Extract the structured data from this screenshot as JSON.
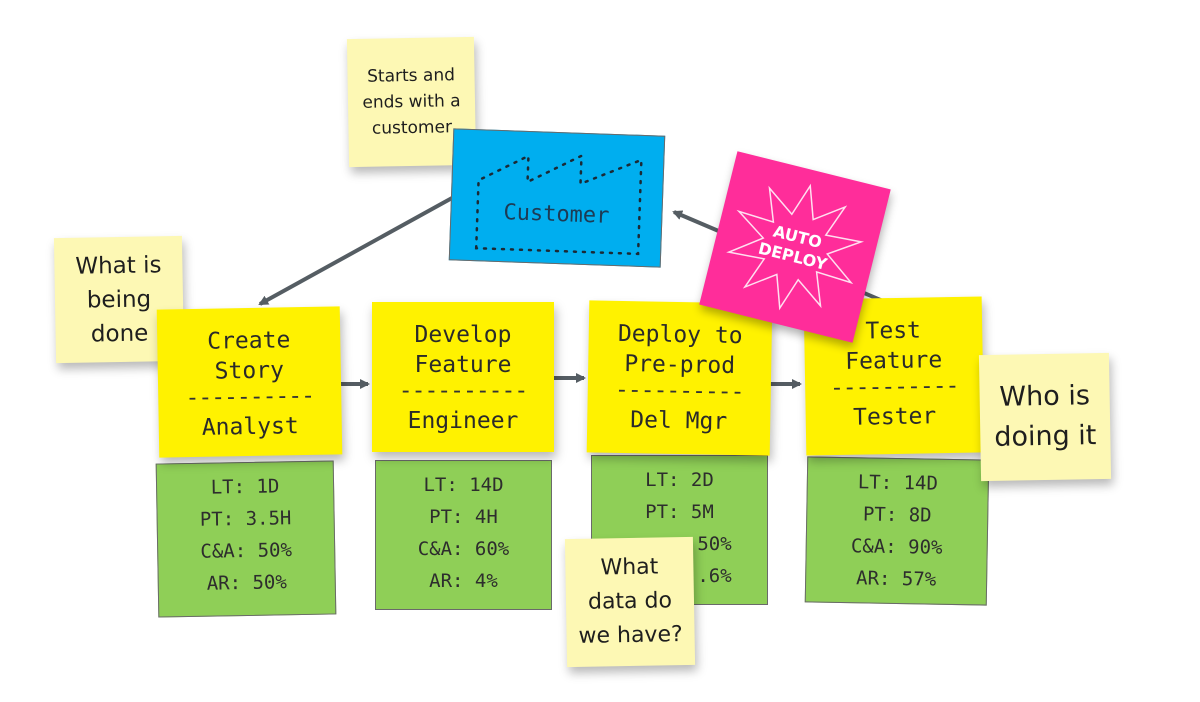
{
  "notes": {
    "starts": "Starts and ends with a customer",
    "what_done": "What is being done",
    "who_doing": "Who is doing it",
    "what_data": "What data do we have?"
  },
  "customer": {
    "label": "Customer"
  },
  "auto_deploy": {
    "line1": "AUTO",
    "line2": "DEPLOY"
  },
  "dash_text": "----------",
  "steps": [
    {
      "title": "Create\nStory",
      "role": "Analyst",
      "metrics": [
        "LT: 1D",
        "PT: 3.5H",
        "C&A: 50%",
        "AR: 50%"
      ]
    },
    {
      "title": "Develop\nFeature",
      "role": "Engineer",
      "metrics": [
        "LT: 14D",
        "PT: 4H",
        "C&A: 60%",
        "AR: 4%"
      ]
    },
    {
      "title": "Deploy to\nPre-prod",
      "role": "Del Mgr",
      "metrics": [
        "LT: 2D",
        "PT: 5M",
        "50%",
        ".6%"
      ]
    },
    {
      "title": "Test\nFeature",
      "role": "Tester",
      "metrics": [
        "LT: 14D",
        "PT: 8D",
        "C&A: 90%",
        "AR: 57%"
      ]
    }
  ],
  "colors": {
    "step": "#fff200",
    "data": "#8fcf57",
    "customer": "#00aeef",
    "auto": "#ff2d9a",
    "note": "#fdf8b4",
    "arrow": "#555d63"
  }
}
